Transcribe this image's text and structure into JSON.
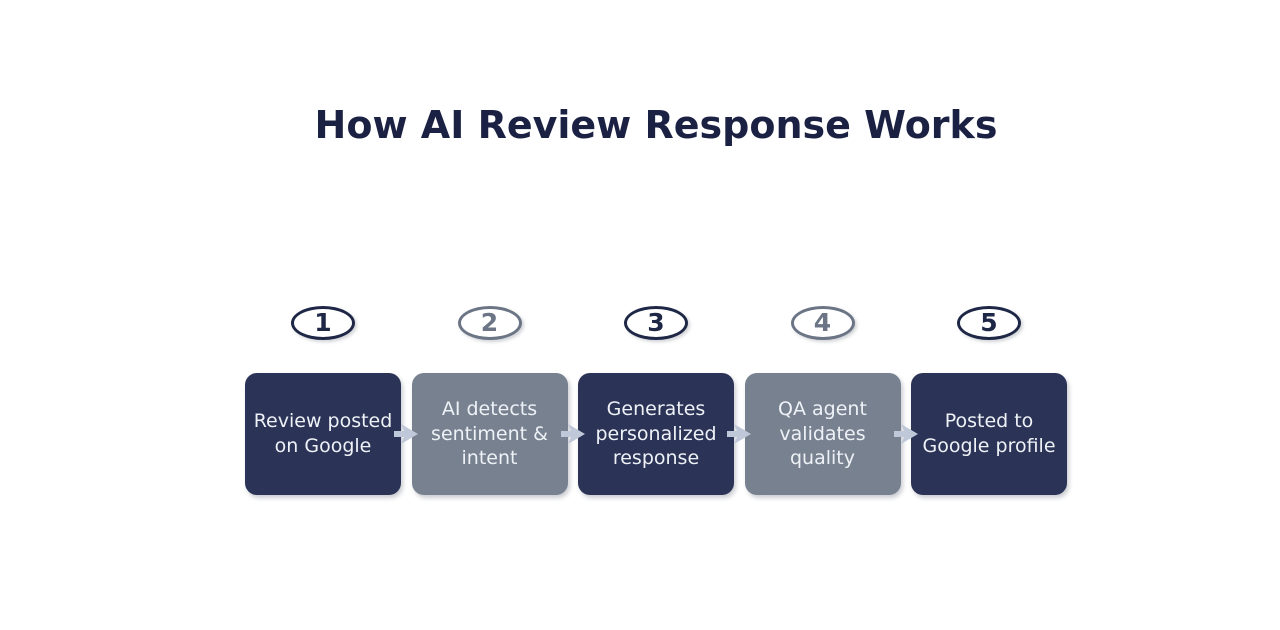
{
  "title": "How AI Review Response Works",
  "colors": {
    "background": "#ffffff",
    "title": "#1a2142",
    "dark_box": "#2b3356",
    "gray_box": "#78818f",
    "dark_accent": "#1e2746",
    "gray_accent": "#6b7585",
    "box_text": "#eef2f7",
    "arrow": "#bfc8d8"
  },
  "icons": {
    "connector": "arrow-right-icon"
  },
  "steps": [
    {
      "number": "1",
      "label": "Review posted on Google",
      "variant": "dark"
    },
    {
      "number": "2",
      "label": "AI detects sentiment & intent",
      "variant": "gray"
    },
    {
      "number": "3",
      "label": "Generates personalized response",
      "variant": "dark"
    },
    {
      "number": "4",
      "label": "QA agent validates quality",
      "variant": "gray"
    },
    {
      "number": "5",
      "label": "Posted to Google profile",
      "variant": "dark"
    }
  ]
}
